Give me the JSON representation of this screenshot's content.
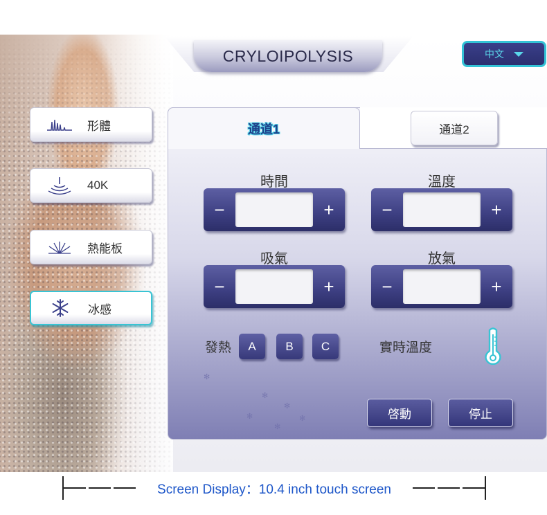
{
  "app": {
    "title": "CRYLOIPOLYSIS"
  },
  "language": {
    "selected": "中文",
    "icon": "caret-down-icon"
  },
  "modes": [
    {
      "label": "形體",
      "icon": "waveform-icon",
      "active": false
    },
    {
      "label": "40K",
      "icon": "ultrasound-icon",
      "active": false
    },
    {
      "label": "熱能板",
      "icon": "heat-rays-icon",
      "active": false
    },
    {
      "label": "冰感",
      "icon": "snowflake-icon",
      "active": true
    }
  ],
  "tabs": [
    {
      "label": "通道1",
      "active": true
    },
    {
      "label": "通道2",
      "active": false
    }
  ],
  "params": [
    {
      "label": "時間",
      "value": ""
    },
    {
      "label": "溫度",
      "value": ""
    },
    {
      "label": "吸氣",
      "value": ""
    },
    {
      "label": "放氣",
      "value": ""
    }
  ],
  "stepper": {
    "minus": "−",
    "plus": "+"
  },
  "heating": {
    "label": "發熱",
    "options": [
      "A",
      "B",
      "C"
    ]
  },
  "realtime_temp": {
    "label": "實時溫度",
    "icon": "thermometer-icon"
  },
  "actions": {
    "start": "啓動",
    "stop": "停止"
  },
  "caption": {
    "text": "Screen Display：10.4 inch touch screen"
  },
  "colors": {
    "accent": "#39c4d4",
    "panel_dark": "#3d3f82",
    "caption": "#1e57c9"
  }
}
